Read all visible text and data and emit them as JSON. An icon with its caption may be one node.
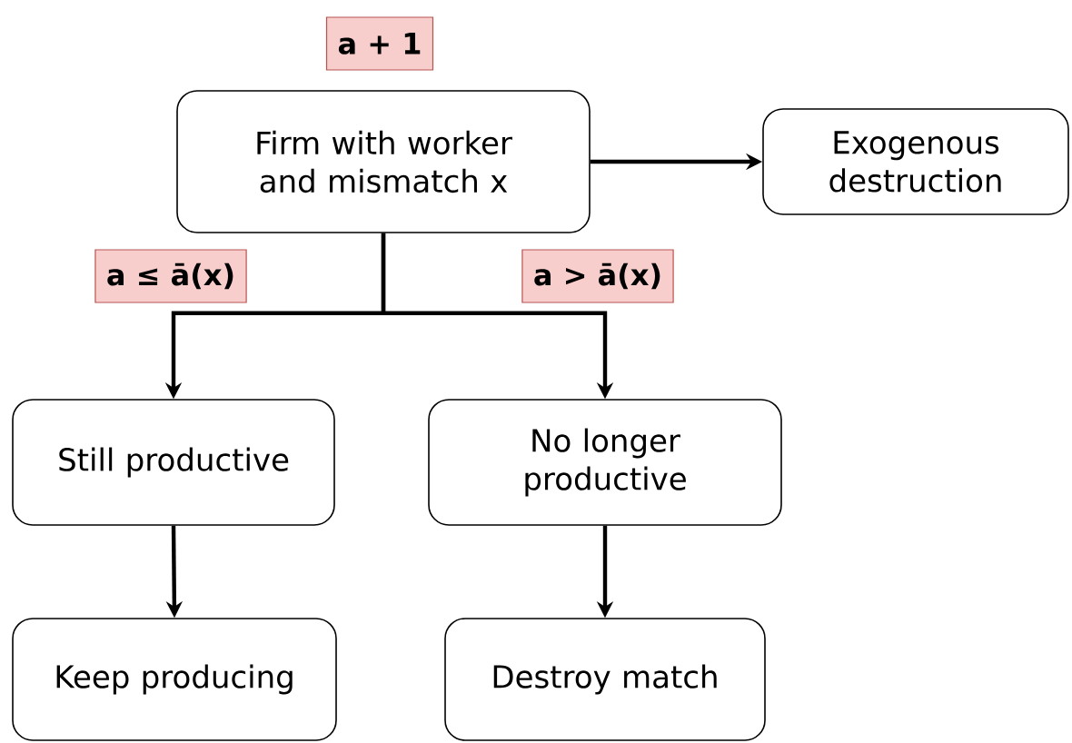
{
  "diagram": {
    "nodes": [
      {
        "text": [
          "Firm with worker and mismatch x"
        ],
        "beside": [
          "a + 1"
        ]
      },
      {
        "text": [
          "Exogenous destruction"
        ]
      },
      {
        "text": [
          "Still productive"
        ]
      },
      {
        "text": [
          "No longer productive"
        ]
      },
      {
        "text": [
          "Keep producing"
        ]
      },
      {
        "text": [
          "Destroy match"
        ]
      }
    ],
    "edges": [
      {
        "from": 0,
        "to": 1,
        "arrow": "to"
      },
      {
        "from": 0,
        "to": 2,
        "arrow": "to",
        "label": "a ≤ ā(x)"
      },
      {
        "from": 0,
        "to": 3,
        "arrow": "to",
        "label": "a > ā(x)"
      },
      {
        "from": 2,
        "to": 4,
        "arrow": "to"
      },
      {
        "from": 3,
        "to": 5,
        "arrow": "to"
      }
    ]
  }
}
